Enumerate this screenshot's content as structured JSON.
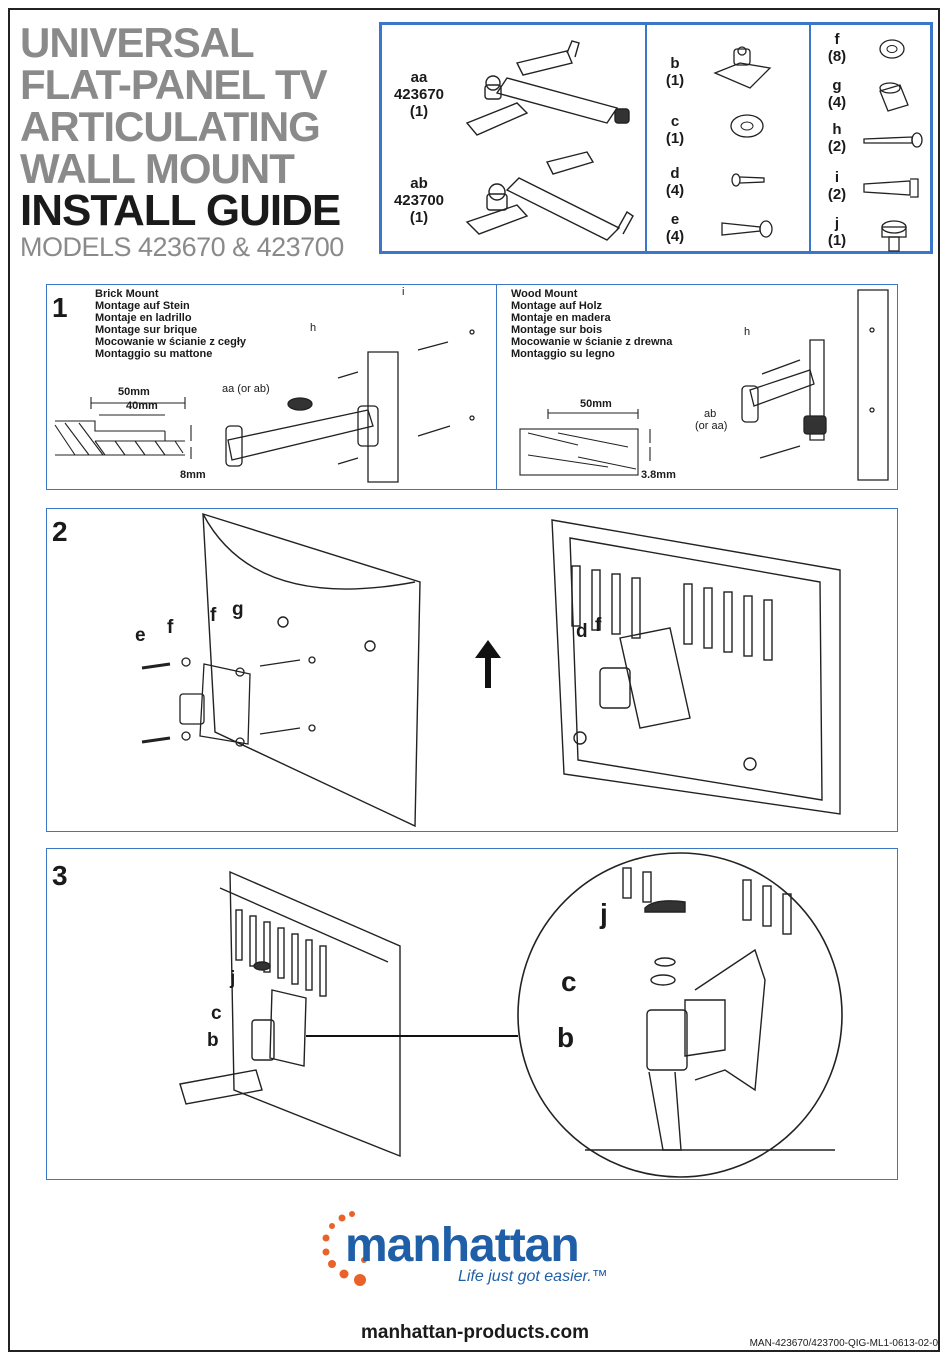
{
  "title": {
    "line1": "UNIVERSAL",
    "line2": "FLAT-PANEL TV",
    "line3": "ARTICULATING",
    "line4": "WALL MOUNT",
    "line5": "INSTALL GUIDE",
    "line6": "MODELS 423670 & 423700"
  },
  "parts": {
    "aa": {
      "letter": "aa",
      "model": "423670",
      "qty": "(1)"
    },
    "ab": {
      "letter": "ab",
      "model": "423700",
      "qty": "(1)"
    },
    "b": {
      "letter": "b",
      "qty": "(1)"
    },
    "c": {
      "letter": "c",
      "qty": "(1)"
    },
    "d": {
      "letter": "d",
      "qty": "(4)"
    },
    "e": {
      "letter": "e",
      "qty": "(4)"
    },
    "f": {
      "letter": "f",
      "qty": "(8)"
    },
    "g": {
      "letter": "g",
      "qty": "(4)"
    },
    "h": {
      "letter": "h",
      "qty": "(2)"
    },
    "i": {
      "letter": "i",
      "qty": "(2)"
    },
    "j": {
      "letter": "j",
      "qty": "(1)"
    }
  },
  "step1": {
    "number": "1",
    "brick": [
      "Brick Mount",
      "Montage auf Stein",
      "Montaje en ladrillo",
      "Montage sur brique",
      "Mocowanie w ścianie z cegły",
      "Montaggio su mattone"
    ],
    "wood": [
      "Wood Mount",
      "Montage auf Holz",
      "Montaje en madera",
      "Montage sur bois",
      "Mocowanie w ścianie z drewna",
      "Montaggio su legno"
    ],
    "dim_50": "50mm",
    "dim_40": "40mm",
    "dim_8": "8mm",
    "dim_wood_50": "50mm",
    "dim_38": "3.8mm",
    "label_i": "i",
    "label_h": "h",
    "label_aa": "aa (or ab)",
    "label_h2": "h",
    "label_ab": "ab",
    "label_oraa": "(or aa)"
  },
  "step2": {
    "number": "2",
    "e": "e",
    "f1": "f",
    "f2": "f",
    "g": "g",
    "d": "d",
    "f3": "f"
  },
  "step3": {
    "number": "3",
    "j": "j",
    "c": "c",
    "b": "b",
    "j_big": "j",
    "c_big": "c",
    "b_big": "b"
  },
  "footer": {
    "brand": "manhattan",
    "tagline": "Life just got easier.™",
    "url": "manhattan-products.com",
    "code": "MAN-423670/423700-QIG-ML1-0613-02-0"
  },
  "colors": {
    "accent": "#3a78c7",
    "brand": "#1f5fa8",
    "dots": "#e8622a"
  }
}
